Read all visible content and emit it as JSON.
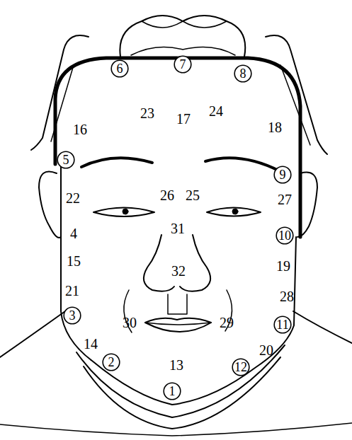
{
  "diagram": {
    "nodes": [
      {
        "text": [
          "1"
        ]
      },
      {
        "text": [
          "2"
        ]
      },
      {
        "text": [
          "3"
        ]
      },
      {
        "text": [
          "5"
        ]
      },
      {
        "text": [
          "6"
        ]
      },
      {
        "text": [
          "7"
        ]
      },
      {
        "text": [
          "8"
        ]
      },
      {
        "text": [
          "9"
        ]
      },
      {
        "text": [
          "10"
        ]
      },
      {
        "text": [
          "11"
        ]
      },
      {
        "text": [
          "12"
        ]
      }
    ],
    "labels": [
      "4",
      "13",
      "14",
      "15",
      "16",
      "17",
      "18",
      "19",
      "20",
      "21",
      "22",
      "23",
      "24",
      "25",
      "26",
      "27",
      "28",
      "29",
      "30",
      "31",
      "32"
    ]
  }
}
